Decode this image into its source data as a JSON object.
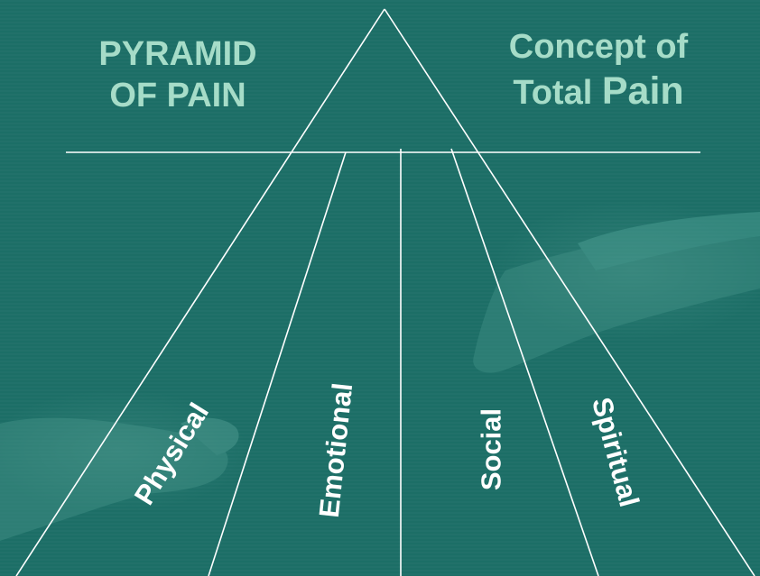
{
  "title_left": {
    "line1": "PYRAMID",
    "line2": "OF PAIN"
  },
  "title_right": {
    "line1": "Concept of",
    "line2_a": "Total ",
    "line2_b": "Pain"
  },
  "dimensions": [
    {
      "label": "Physical"
    },
    {
      "label": "Emotional"
    },
    {
      "label": "Social"
    },
    {
      "label": "Spiritual"
    }
  ],
  "colors": {
    "background": "#1c6e66",
    "background_light": "#2a837a",
    "title_text": "#a6dcc8",
    "lines": "#ffffff",
    "label_text": "#ffffff"
  }
}
